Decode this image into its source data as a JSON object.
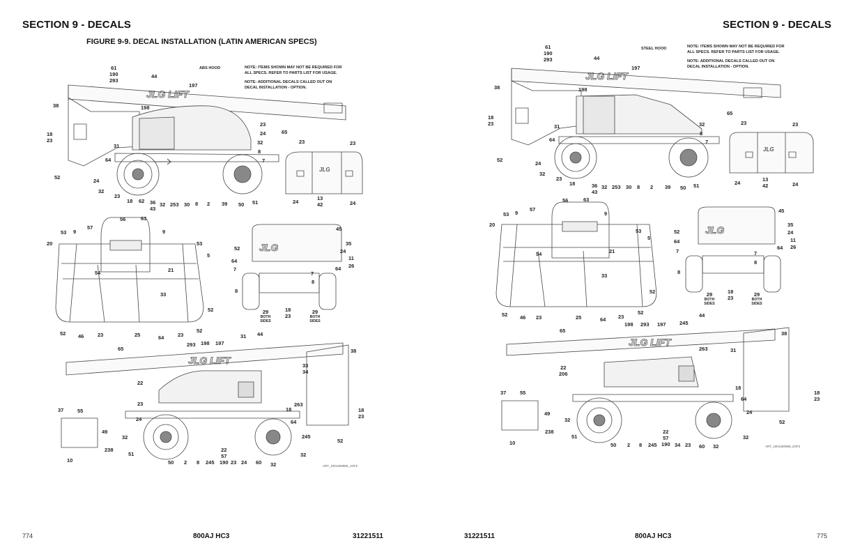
{
  "left_page": {
    "section_title": "SECTION 9 - DECALS",
    "figure_title": "FIGURE 9-9. DECAL INSTALLATION (LATIN AMERICAN SPECS)",
    "hood_label": "ABS HOOD",
    "note_1": [
      "NOTE: ITEMS SHOWN MAY NOT BE REQUIRED FOR",
      "ALL SPECS. REFER TO PARTS LIST FOR USAGE."
    ],
    "note_2": [
      "NOTE: ADDITIONAL DECALS CALLED OUT ON",
      "DECAL INSTALLATION - OPTION."
    ],
    "art_ref": "ART_1001260965_1OF2",
    "footer": {
      "page_number": "774",
      "model": "800AJ HC3",
      "doc_number": "31221511"
    },
    "callouts": {
      "side_view": [
        "61",
        "190",
        "293",
        "44",
        "197",
        "38",
        "198",
        "18",
        "23",
        "31",
        "64",
        "52",
        "24",
        "32",
        "23",
        "18",
        "62",
        "36",
        "43",
        "32",
        "253",
        "30",
        "8",
        "2",
        "39",
        "50",
        "51",
        "23",
        "24",
        "32",
        "8",
        "7",
        "65"
      ],
      "hood_view": [
        "23",
        "23",
        "24",
        "13",
        "42",
        "24"
      ],
      "platform_view": [
        "56",
        "63",
        "57",
        "53",
        "9",
        "9",
        "20",
        "53",
        "5",
        "54",
        "21",
        "33",
        "52",
        "52",
        "46",
        "23",
        "25",
        "64",
        "23",
        "52"
      ],
      "rear_view": [
        "45",
        "52",
        "35",
        "24",
        "64",
        "11",
        "26",
        "7",
        "7",
        "64",
        "8",
        "8",
        "29",
        "BOTH SIDES",
        "18",
        "23",
        "29",
        "BOTH SIDES"
      ],
      "boom_view": [
        "293",
        "198",
        "197",
        "31",
        "44",
        "65",
        "33",
        "34",
        "22",
        "23",
        "263",
        "24",
        "18",
        "37",
        "55",
        "64",
        "49",
        "245",
        "238",
        "32",
        "51",
        "10",
        "32",
        "50",
        "2",
        "8",
        "245",
        "22",
        "57",
        "190",
        "23",
        "24",
        "60",
        "32",
        "18",
        "23",
        "38",
        "52"
      ]
    }
  },
  "right_page": {
    "section_title": "SECTION 9 - DECALS",
    "hood_label": "STEEL HOOD",
    "note_1": [
      "NOTE: ITEMS SHOWN MAY NOT BE REQUIRED FOR",
      "ALL SPECS. REFER TO PARTS LIST FOR USAGE."
    ],
    "note_2": [
      "NOTE: ADDITIONAL DECALS CALLED OUT ON",
      "DECAL INSTALLATION - OPTION."
    ],
    "art_ref": "ART_1001260965_2OF2",
    "footer": {
      "page_number": "775",
      "model": "800AJ HC3",
      "doc_number": "31221511"
    },
    "callouts": {
      "side_view": [
        "61",
        "190",
        "293",
        "44",
        "197",
        "38",
        "198",
        "18",
        "23",
        "31",
        "64",
        "52",
        "24",
        "32",
        "23",
        "18",
        "36",
        "43",
        "32",
        "253",
        "30",
        "8",
        "2",
        "39",
        "50",
        "51",
        "32",
        "8",
        "7",
        "65"
      ],
      "hood_view": [
        "23",
        "23",
        "24",
        "13",
        "42",
        "24"
      ],
      "platform_view": [
        "56",
        "63",
        "57",
        "53",
        "9",
        "9",
        "20",
        "53",
        "5",
        "54",
        "21",
        "33",
        "52",
        "52",
        "46",
        "23",
        "25",
        "64",
        "23",
        "52"
      ],
      "rear_view": [
        "45",
        "52",
        "35",
        "24",
        "64",
        "11",
        "26",
        "7",
        "7",
        "64",
        "8",
        "8",
        "29",
        "BOTH SIDES",
        "18",
        "23",
        "29",
        "BOTH SIDES"
      ],
      "boom_view": [
        "198",
        "293",
        "197",
        "245",
        "44",
        "65",
        "263",
        "31",
        "22",
        "206",
        "38",
        "18",
        "37",
        "55",
        "64",
        "24",
        "18",
        "23",
        "49",
        "238",
        "32",
        "52",
        "51",
        "10",
        "32",
        "50",
        "2",
        "8",
        "245",
        "22",
        "57",
        "190",
        "34",
        "23",
        "60",
        "32"
      ]
    }
  }
}
